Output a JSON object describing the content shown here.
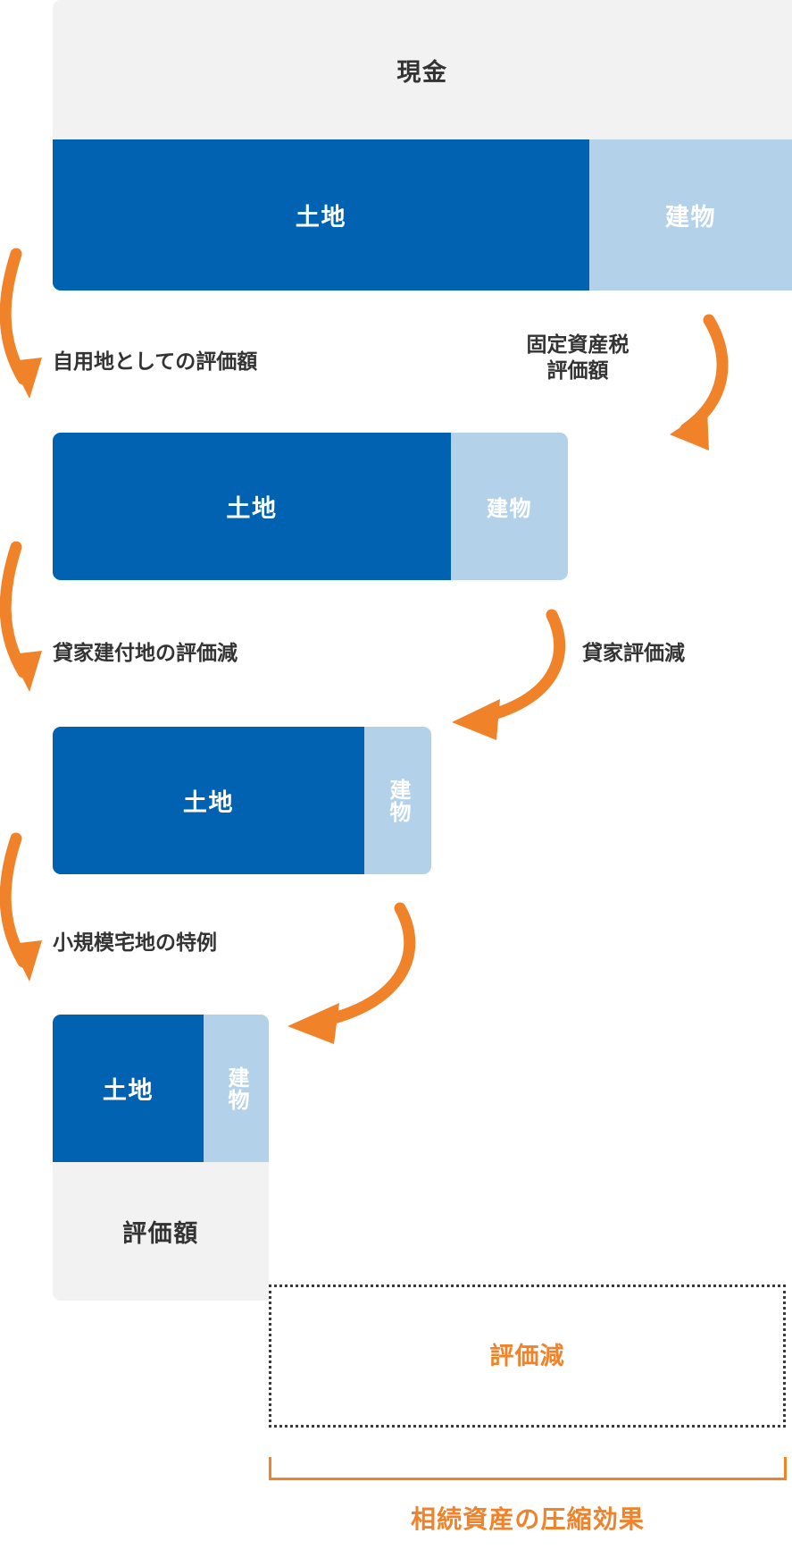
{
  "diagram": {
    "title_alt": "相続資産の圧縮効果",
    "colors": {
      "land": "#0062b1",
      "building": "#b3d2ea",
      "cash": "#f2f2f2",
      "accent": "#f08229",
      "text": "#333333",
      "dotted": "#3a3a3a"
    },
    "rows": [
      {
        "id": "row-cash",
        "segments": [
          {
            "key": "cash",
            "label": "現金",
            "orientation": "horizontal"
          }
        ]
      },
      {
        "id": "row-initial",
        "segments": [
          {
            "key": "land",
            "label": "土地",
            "orientation": "horizontal"
          },
          {
            "key": "building",
            "label": "建物",
            "orientation": "horizontal"
          }
        ]
      },
      {
        "id": "row-self-use",
        "segments": [
          {
            "key": "land",
            "label": "土地",
            "orientation": "horizontal"
          },
          {
            "key": "building",
            "label": "建物",
            "orientation": "horizontal"
          }
        ]
      },
      {
        "id": "row-rental",
        "segments": [
          {
            "key": "land",
            "label": "土地",
            "orientation": "horizontal"
          },
          {
            "key": "building",
            "label": "建物",
            "orientation": "vertical"
          }
        ]
      },
      {
        "id": "row-small-lot",
        "segments": [
          {
            "key": "land",
            "label": "土地",
            "orientation": "horizontal"
          },
          {
            "key": "building",
            "label": "建物",
            "orientation": "vertical"
          }
        ]
      }
    ],
    "left_labels": [
      {
        "id": "label-self-use-land",
        "text": "自用地としての評価額"
      },
      {
        "id": "label-rental-land-reduce",
        "text": "貸家建付地の評価減"
      },
      {
        "id": "label-small-lot",
        "text": "小規模宅地の特例"
      }
    ],
    "right_labels": [
      {
        "id": "label-fixed-asset-tax",
        "text": "固定資産税\n評価額"
      },
      {
        "id": "label-rental-reduce",
        "text": "貸家評価減"
      }
    ],
    "footer": {
      "appraisal_label": "評価額",
      "reduction_label": "評価減",
      "bracket_caption": "相続資産の圧縮効果"
    }
  }
}
